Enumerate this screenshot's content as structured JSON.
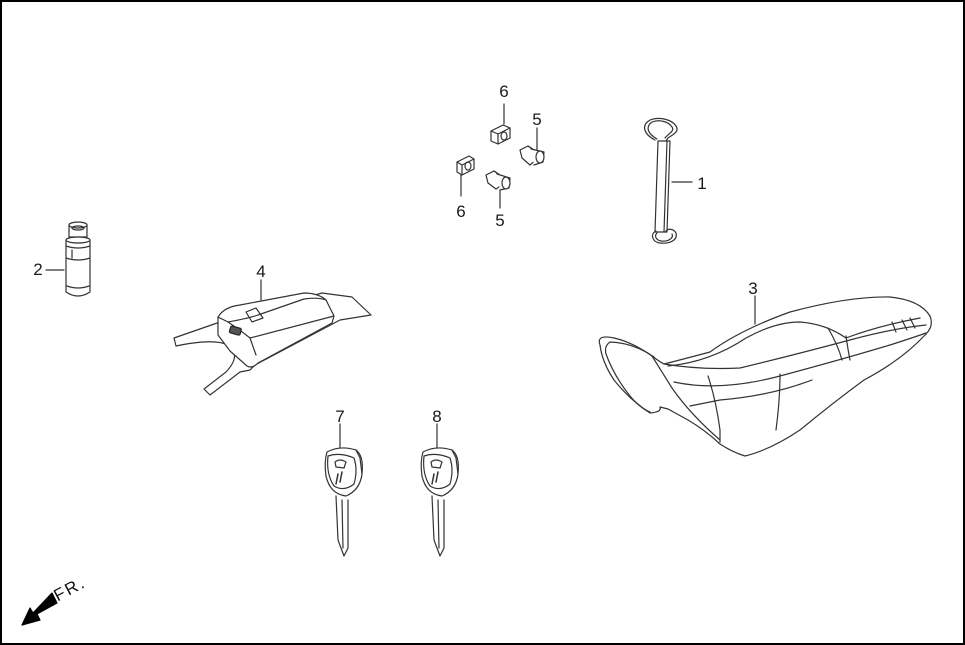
{
  "diagram": {
    "type": "exploded-parts-diagram",
    "border_color": "#000000",
    "line_color": "#333333",
    "background": "#ffffff"
  },
  "parts": [
    {
      "callout": "1",
      "name": "seat-strap-handle"
    },
    {
      "callout": "2",
      "name": "cylindrical-plug"
    },
    {
      "callout": "3",
      "name": "seat"
    },
    {
      "callout": "4",
      "name": "seat-base-tray"
    },
    {
      "callout": "5",
      "name": "bolt",
      "count": 2
    },
    {
      "callout": "6",
      "name": "nut",
      "count": 2
    },
    {
      "callout": "7",
      "name": "key"
    },
    {
      "callout": "8",
      "name": "key"
    }
  ],
  "callouts": {
    "c1": "1",
    "c2": "2",
    "c3": "3",
    "c4": "4",
    "c5a": "5",
    "c5b": "5",
    "c6a": "6",
    "c6b": "6",
    "c7": "7",
    "c8": "8"
  },
  "direction_indicator": {
    "label": "FR.",
    "icon": "arrow-down-left-icon"
  }
}
